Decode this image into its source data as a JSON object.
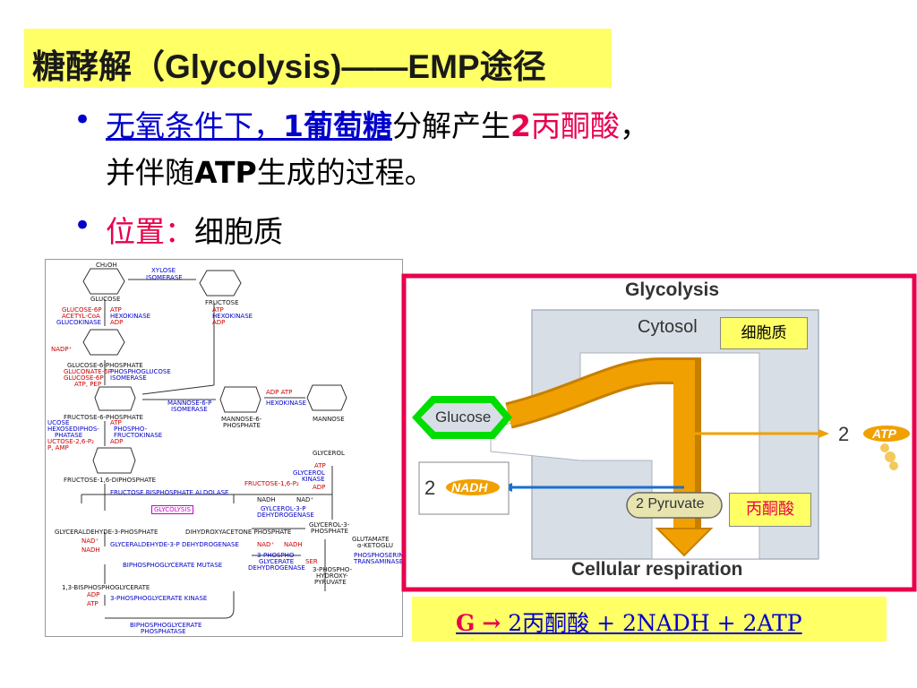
{
  "title": {
    "cn": "糖酵解（",
    "en": "Glycolysis)——EMP",
    "tail": "途径"
  },
  "bullet1": {
    "part1": "无氧条件下，",
    "part2": "1",
    "part3": "葡萄糖",
    "part4": "分解产生",
    "part5": "2",
    "part6": "丙酮酸",
    "part7": "，",
    "line2a": "并伴随",
    "line2b": "ATP",
    "line2c": "生成的过程。"
  },
  "bullet2": {
    "label": "位置：",
    "value": "细胞质"
  },
  "pathway_labels": {
    "glucose": "GLUCOSE",
    "fructose": "FRUCTOSE",
    "xylose": "XYLOSE",
    "isomerase": "ISOMERASE",
    "g6p_inh": "GLUCOSE-6P",
    "acetylcoa": "ACETYL-CoA",
    "glucokinase": "GLUCOKINASE",
    "atp": "ATP",
    "adp": "ADP",
    "hexokinase": "HEXOKINASE",
    "nadp": "NADP⁺",
    "g6p": "GLUCOSE-6-PHOSPHATE",
    "pgi": "PHOSPHOGLUCOSE",
    "gluconate": "GLUCONATE-6P",
    "atp_pep": "ATP, PEP",
    "mannose6p": "MANNOSE-6-P",
    "mannose6p_iso": "ISOMERASE",
    "mannose6p_name": "MANNOSE-6-",
    "phosphate": "PHOSPHATE",
    "mannose": "MANNOSE",
    "f6p": "FRUCTOSE-6-PHOSPHATE",
    "hexdip": "HEXOSEDIPHOS-",
    "phatase": "PHATASE",
    "phospho": "PHOSPHO-",
    "fructokinase": "FRUCTOKINASE",
    "ucose": "UCOSE",
    "uctose": "UCTOSE-2,6-P₂",
    "pamp": "P, AMP",
    "glycerol": "GLYCEROL",
    "fbp": "FRUCTOSE-1,6-DIPHOSPHATE",
    "fbp2": "FRUCTOSE-1,6-P₂",
    "glycerolk1": "GLYCEROL",
    "glycerolk2": "KINASE",
    "aldolase": "FRUCTOSE BISPHOSPHATE ALDOLASE",
    "nadh": "NADH",
    "nad": "NAD⁺",
    "g3pdh1": "GYLCEROL-3-P",
    "g3pdh2": "DEHYDROGENASE",
    "glycolysis": "GLYCOLYSIS",
    "gap": "GLYCERALDEHYDE-3-PHOSPHATE",
    "dhap": "DIHYDROXYACETONE PHOSPHATE",
    "glycerol3p1": "GLYCEROL-3-",
    "glycerol3p2": "PHOSPHATE",
    "gapdh": "GLYCERALDEHYDE-3-P DEHYDROGENASE",
    "glutamate": "GLUTAMATE",
    "ketoglu": "α-KETOGLU",
    "pgm": "BIPHOSPHOGLYCERATE MUTASE",
    "pgdh1": "3-PHOSPHO-",
    "pgdh2": "GLYCERATE",
    "pgdh3": "DEHYDROGENASE",
    "ser": "SER",
    "psa1": "PHOSPHOSERINE",
    "psa2": "TRANSAMINASE",
    "hpyr1": "3-PHOSPHO-",
    "hpyr2": "HYDROXY-",
    "hpyr3": "PYRUVATE",
    "bpg": "1,3-BISPHOSPHOGLYCERATE",
    "pgk": "3-PHOSPHOGLYCERATE KINASE",
    "bpgp1": "BIPHOSPHOGLYCERATE",
    "bpgp2": "PHOSPHATASE"
  },
  "figure": {
    "title": "Glycolysis",
    "cytosol": "Cytosol",
    "cytosol_cn": "细胞质",
    "glucose": "Glucose",
    "atp_count": "2",
    "atp": "ATP",
    "nadh_count": "2",
    "nadh": "NADH",
    "pyruvate": "2 Pyruvate",
    "pyruvate_cn": "丙酮酸",
    "respiration": "Cellular respiration",
    "colors": {
      "border": "#e8004d",
      "cytosol": "#d8dee6",
      "arrow": "#f0a000",
      "nadh_arrow": "#1a6fd0",
      "glucose_hex": "#00cc00"
    }
  },
  "equation": {
    "g": "G",
    "arrow": "→",
    "rest": " 2丙酮酸 + 2NADH +  2ATP"
  }
}
